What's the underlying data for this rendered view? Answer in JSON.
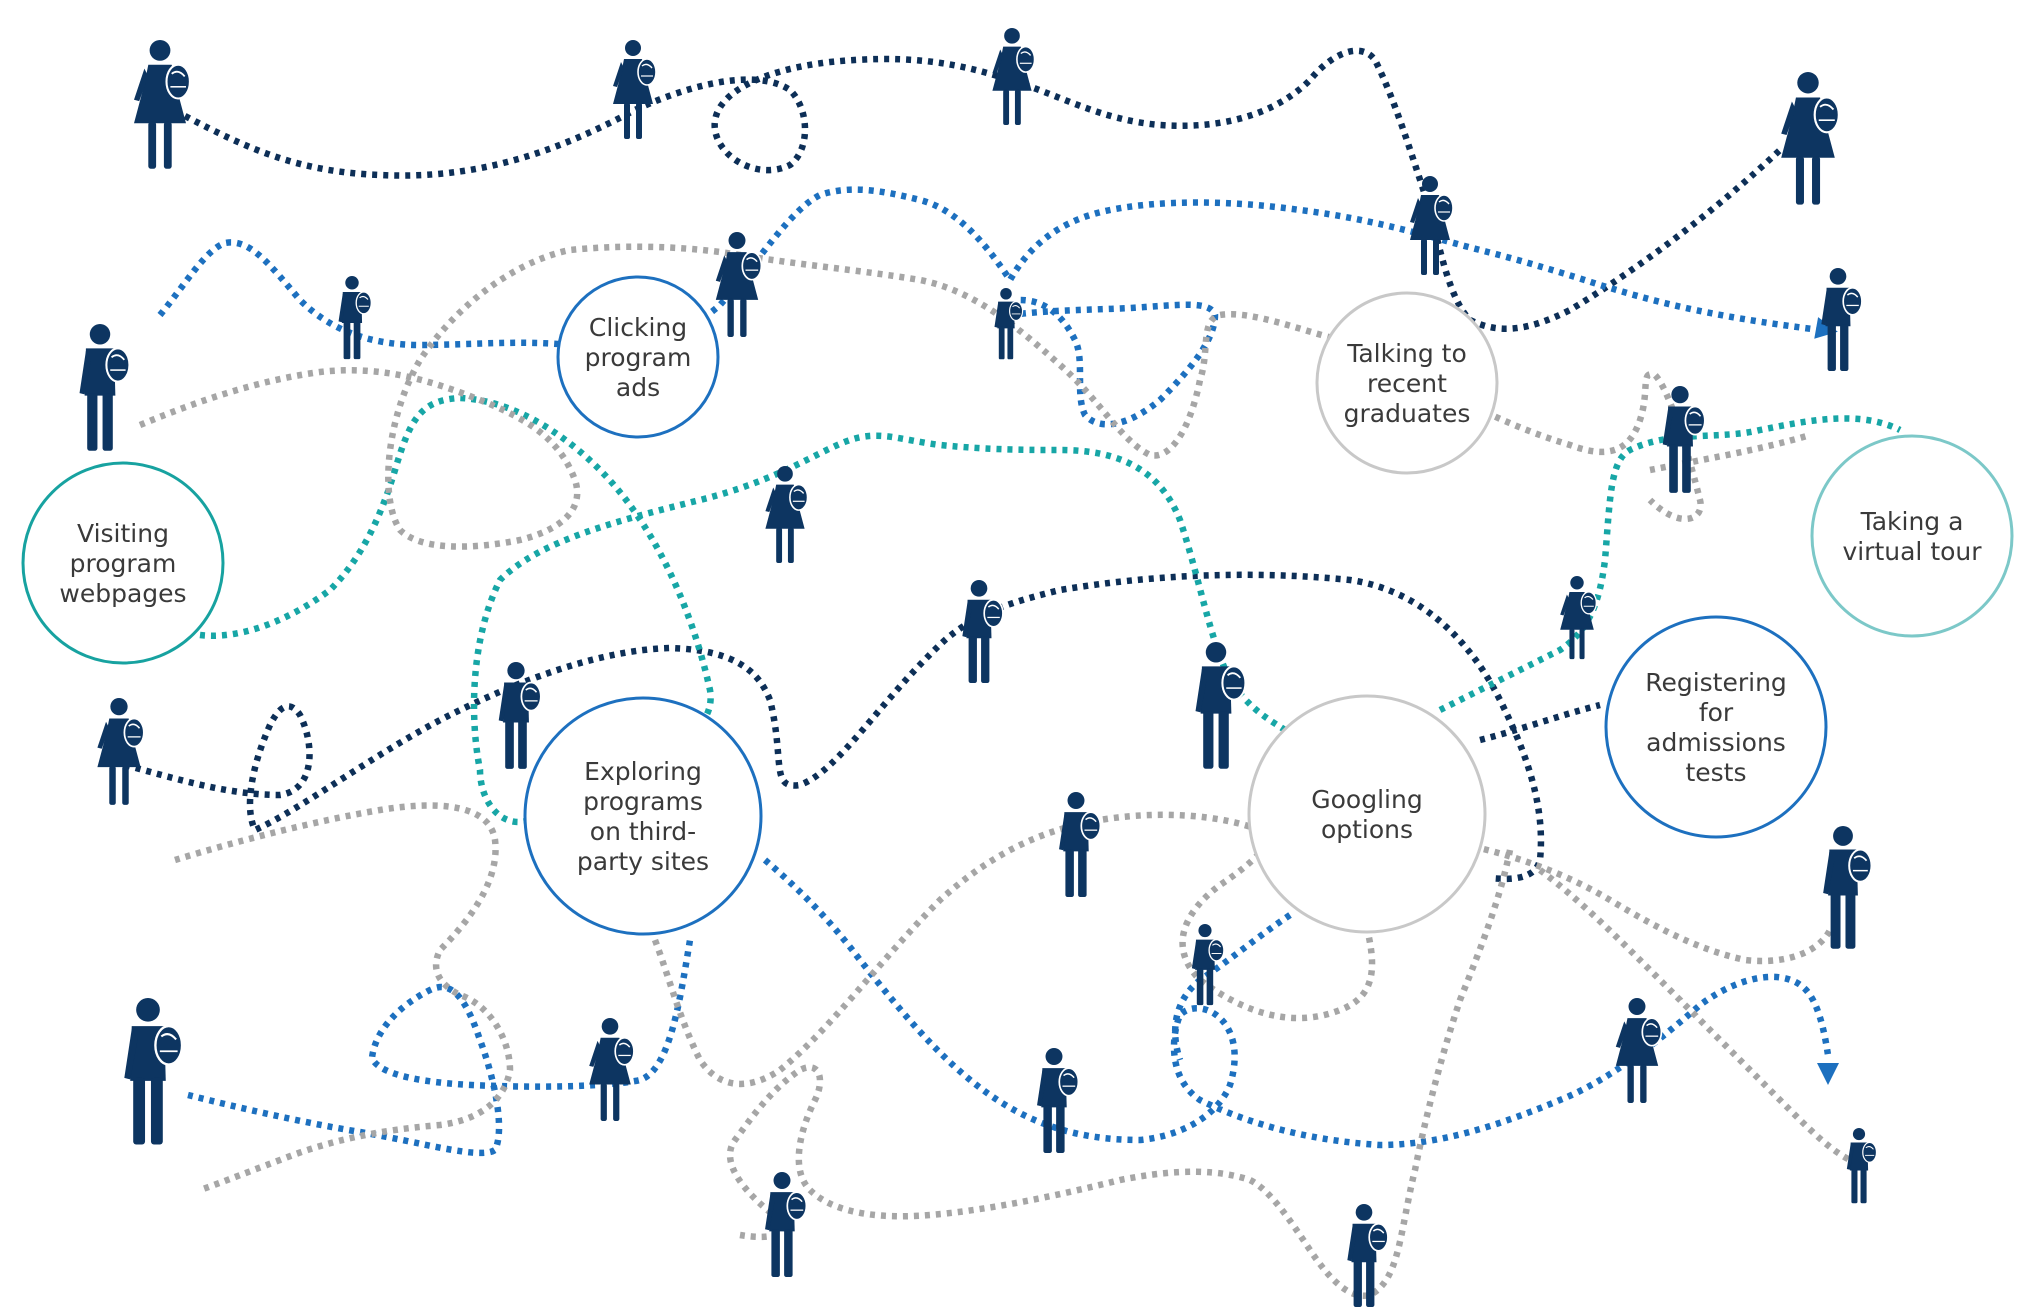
{
  "colors": {
    "navy": "#0d2f57",
    "blue": "#1d70bf",
    "teal": "#17a6a6",
    "gray": "#a6a6a6",
    "person": "#0d3561",
    "arrow": "#1d70bf"
  },
  "nodes": [
    {
      "id": "visiting",
      "lines": [
        "Visiting",
        "program",
        "webpages"
      ],
      "stroke": "#17a2a0"
    },
    {
      "id": "clicking",
      "lines": [
        "Clicking",
        "program",
        "ads"
      ],
      "stroke": "#1d70bf"
    },
    {
      "id": "talking",
      "lines": [
        "Talking to",
        "recent",
        "graduates"
      ],
      "stroke": "#c8c8c8"
    },
    {
      "id": "virtual",
      "lines": [
        "Taking a",
        "virtual tour"
      ],
      "stroke": "#7cc8c8"
    },
    {
      "id": "exploring",
      "lines": [
        "Exploring",
        "programs",
        "on third-",
        "party sites"
      ],
      "stroke": "#1d70bf"
    },
    {
      "id": "googling",
      "lines": [
        "Googling",
        "options"
      ],
      "stroke": "#c8c8c8"
    },
    {
      "id": "registering",
      "lines": [
        "Registering",
        "for",
        "admissions",
        "tests"
      ],
      "stroke": "#1d70bf"
    }
  ],
  "people": [
    {
      "type": "woman"
    },
    {
      "type": "woman"
    },
    {
      "type": "woman"
    },
    {
      "type": "woman"
    },
    {
      "type": "man"
    },
    {
      "type": "woman"
    },
    {
      "type": "man"
    },
    {
      "type": "woman"
    },
    {
      "type": "man"
    },
    {
      "type": "man"
    },
    {
      "type": "man"
    },
    {
      "type": "woman"
    },
    {
      "type": "man"
    },
    {
      "type": "man"
    },
    {
      "type": "woman"
    },
    {
      "type": "woman"
    },
    {
      "type": "man"
    },
    {
      "type": "man"
    },
    {
      "type": "man"
    },
    {
      "type": "man"
    },
    {
      "type": "man"
    },
    {
      "type": "woman"
    },
    {
      "type": "man"
    },
    {
      "type": "woman"
    },
    {
      "type": "man"
    },
    {
      "type": "man"
    },
    {
      "type": "man"
    },
    {
      "type": "man"
    },
    {
      "type": "man"
    }
  ]
}
